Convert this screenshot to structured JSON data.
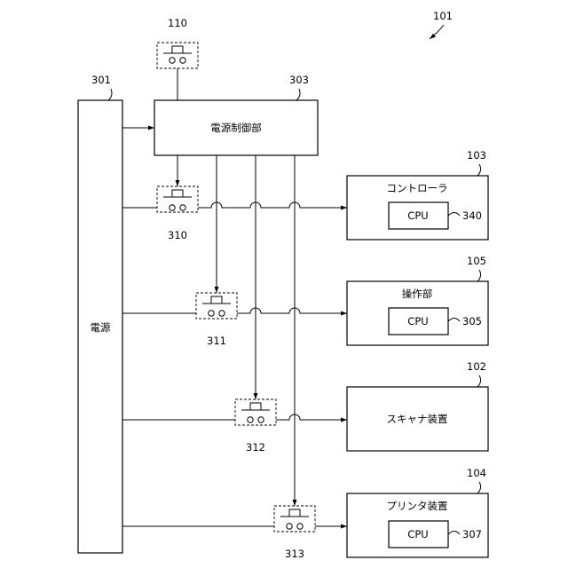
{
  "figure_number": "101",
  "power_supply": {
    "label": "電源",
    "ref": "301"
  },
  "power_controller": {
    "label": "電源制御部",
    "ref": "303"
  },
  "main_switch": {
    "ref": "110"
  },
  "controller": {
    "label": "コントローラ",
    "ref": "103",
    "cpu_label": "CPU",
    "cpu_ref": "340"
  },
  "operation_unit": {
    "label": "操作部",
    "ref": "105",
    "cpu_label": "CPU",
    "cpu_ref": "305"
  },
  "scanner": {
    "label": "スキャナ装置",
    "ref": "102"
  },
  "printer": {
    "label": "プリンタ装置",
    "ref": "104",
    "cpu_label": "CPU",
    "cpu_ref": "307"
  },
  "switches": [
    {
      "ref": "310"
    },
    {
      "ref": "311"
    },
    {
      "ref": "312"
    },
    {
      "ref": "313"
    }
  ]
}
